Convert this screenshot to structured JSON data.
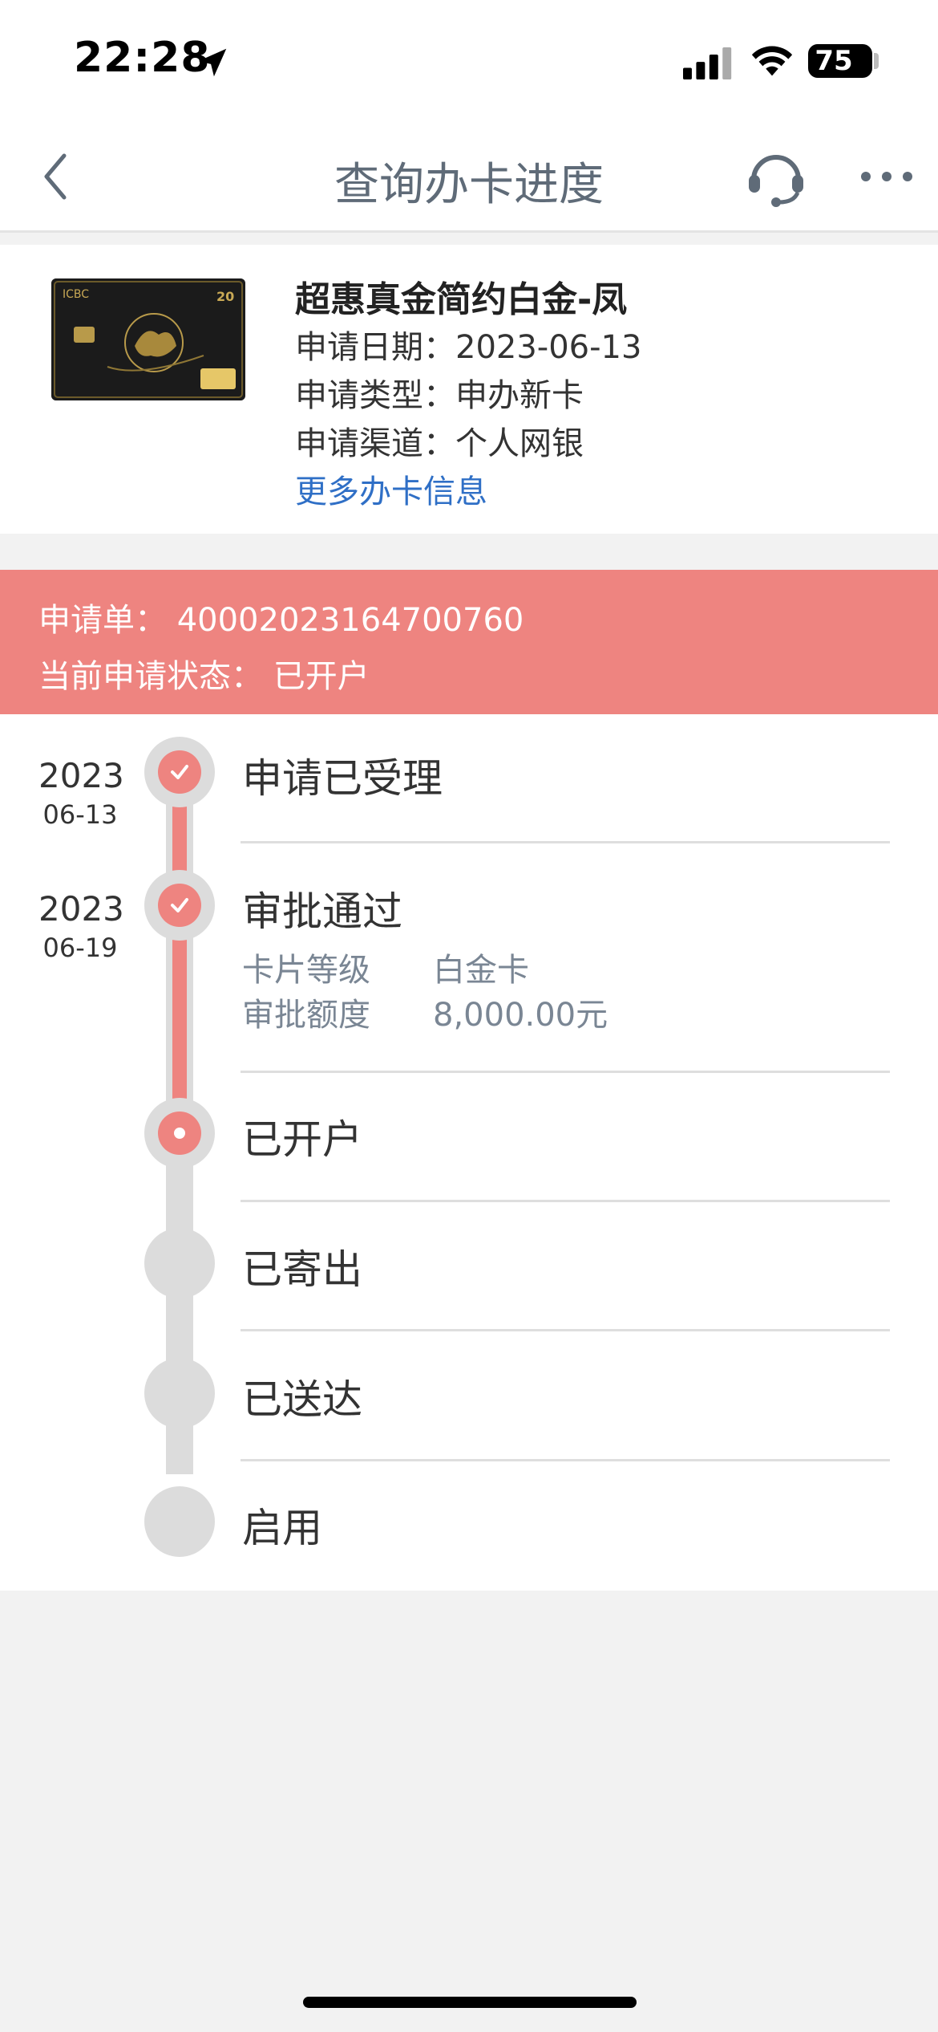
{
  "status_bar": {
    "time": "22:28",
    "battery": "75",
    "icons": [
      "location-arrow-icon",
      "cellular-signal-icon",
      "wifi-icon",
      "battery-icon"
    ]
  },
  "nav": {
    "title": "查询办卡进度",
    "back_icon": "chevron-left-icon",
    "service_icon": "headset-icon",
    "more_icon": "more-dots-icon"
  },
  "card": {
    "name": "超惠真金简约白金-凤",
    "apply_date": "申请日期：2023-06-13",
    "apply_type": "申请类型：申办新卡",
    "apply_channel": "申请渠道：个人网银",
    "more_link": "更多办卡信息",
    "card_brand_text": "ICBC",
    "card_number_badge": "20"
  },
  "banner": {
    "application_no": "申请单： 40002023164700760",
    "current_status": "当前申请状态： 已开户"
  },
  "timeline": {
    "steps": [
      {
        "label": "申请已受理",
        "year": "2023",
        "month_day": "06-13",
        "state": "done"
      },
      {
        "label": "审批通过",
        "year": "2023",
        "month_day": "06-19",
        "state": "done",
        "details": [
          {
            "key": "卡片等级",
            "value": "白金卡"
          },
          {
            "key": "审批额度",
            "value": "8,000.00元"
          }
        ]
      },
      {
        "label": "已开户",
        "state": "current"
      },
      {
        "label": "已寄出",
        "state": "pending"
      },
      {
        "label": "已送达",
        "state": "pending"
      },
      {
        "label": "启用",
        "state": "pending"
      }
    ]
  },
  "colors": {
    "accent": "#ee8480",
    "link": "#2f6fc6",
    "rail_grey": "#dcdcdc",
    "title_grey": "#5f6b78"
  }
}
